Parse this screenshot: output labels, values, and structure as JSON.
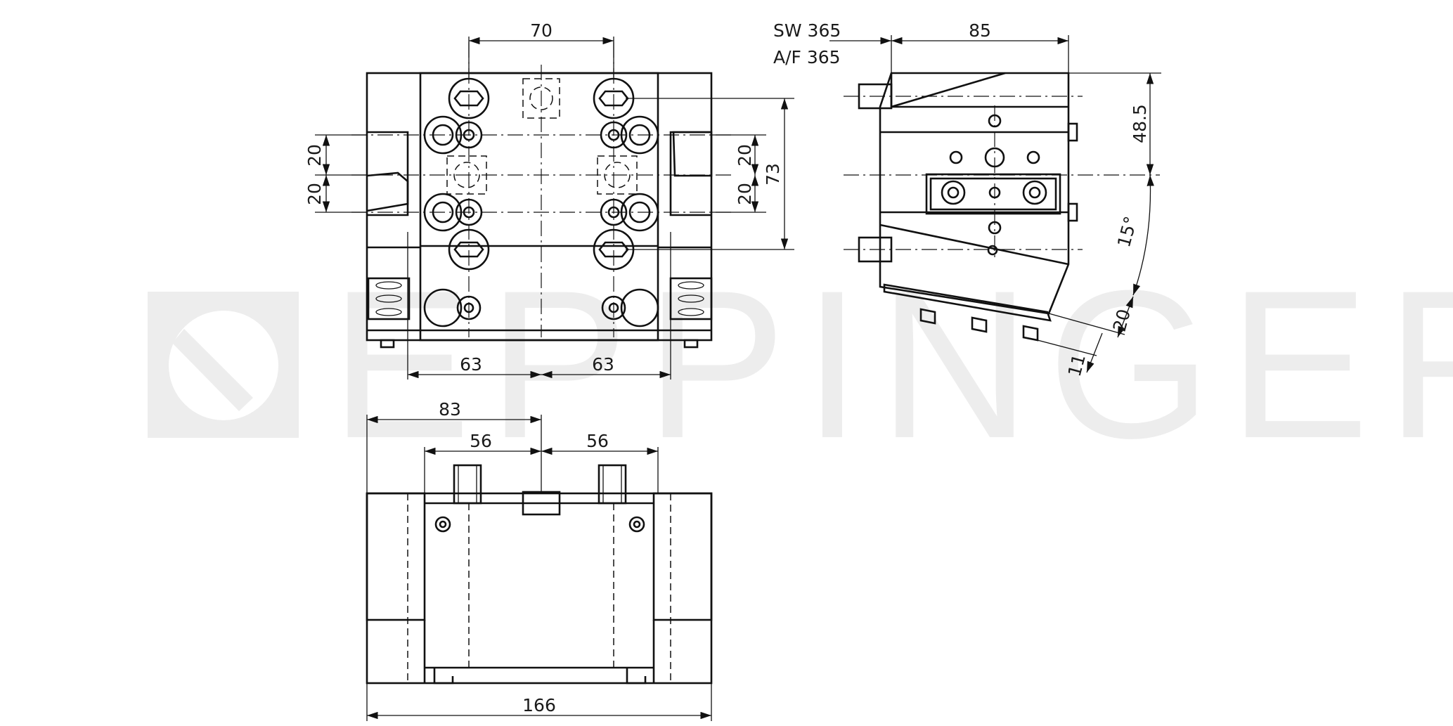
{
  "watermark": {
    "brand": "EPPINGER",
    "color": "#ededed"
  },
  "dimensions": {
    "front_top": "70",
    "front_left_upper": "20",
    "front_left_lower": "20",
    "front_right_upper": "20",
    "front_right_lower": "20",
    "front_height": "73",
    "front_bottom_left": "63",
    "front_bottom_right": "63",
    "wrench_sw": "SW 365",
    "wrench_af": "A/F 365",
    "side_top": "85",
    "side_right_height": "48.5",
    "side_angle": "15°",
    "side_twenty": "20",
    "side_eleven": "11",
    "bottom_overall": "83",
    "bottom_left": "56",
    "bottom_right": "56",
    "bottom_width": "166"
  }
}
